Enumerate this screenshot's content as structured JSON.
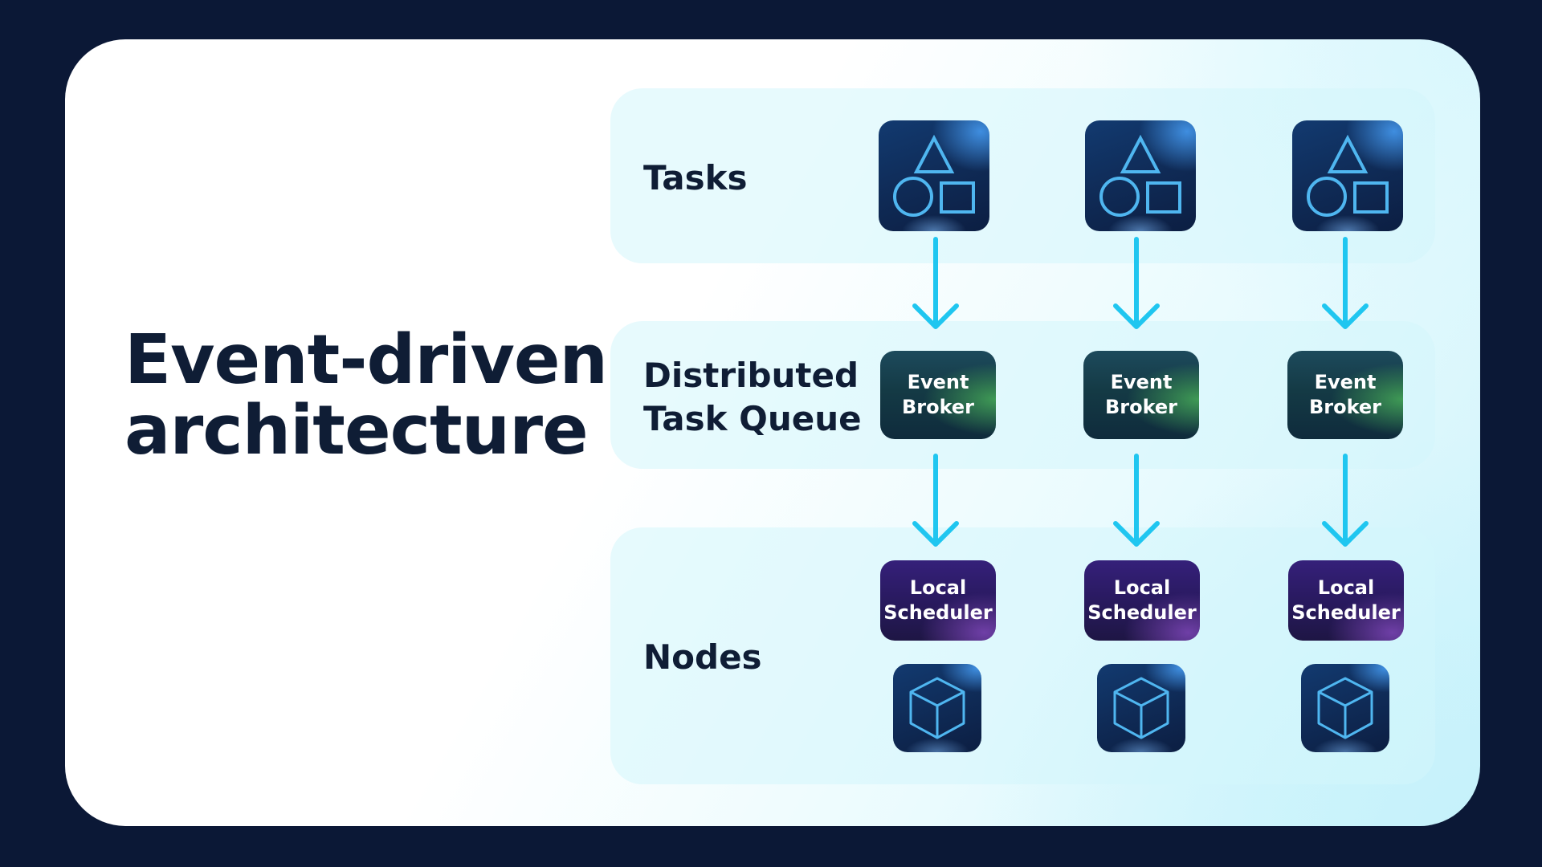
{
  "headline": {
    "line1": "Event-driven",
    "line2": "architecture"
  },
  "rows": {
    "tasks_label": "Tasks",
    "queue_label_line1": "Distributed",
    "queue_label_line2": "Task Queue",
    "nodes_label": "Nodes"
  },
  "columns": [
    {
      "broker_line1": "Event",
      "broker_line2": "Broker",
      "scheduler_line1": "Local",
      "scheduler_line2": "Scheduler"
    },
    {
      "broker_line1": "Event",
      "broker_line2": "Broker",
      "scheduler_line1": "Local",
      "scheduler_line2": "Scheduler"
    },
    {
      "broker_line1": "Event",
      "broker_line2": "Broker",
      "scheduler_line1": "Local",
      "scheduler_line2": "Scheduler"
    }
  ],
  "icons": {
    "task": "shapes-icon",
    "node": "cube-icon",
    "arrow": "arrow-down-icon"
  },
  "colors": {
    "background": "#0b1836",
    "heading": "#0f1d35",
    "arrow": "#1fc6f0",
    "icon_stroke": "#4fb6f0"
  }
}
